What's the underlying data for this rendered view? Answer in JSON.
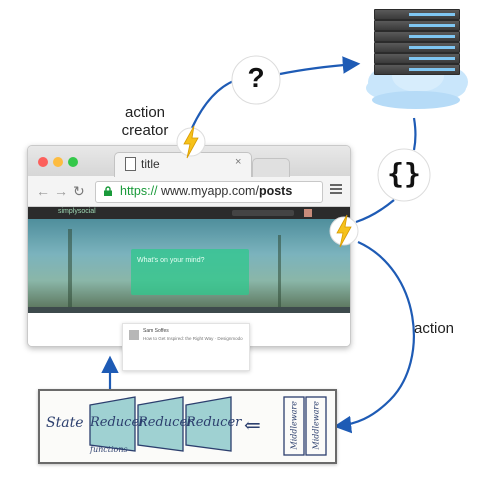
{
  "labels": {
    "action_creator_line1": "action",
    "action_creator_line2": "creator",
    "action": "action",
    "question_mark": "?",
    "json_braces": "{}"
  },
  "browser": {
    "tab_title": "title",
    "tab_close": "×",
    "url_scheme": "https://",
    "url_host": " www.myapp.com/",
    "url_path": "posts",
    "site_logo": "simplysocial",
    "hero_prompt": "What's on your mind?"
  },
  "card": {
    "author": "Sam Soffes",
    "text": "How to Get Inspired: the Right Way · Designmodo"
  },
  "board": {
    "state": "State",
    "reducers": [
      "Reducer",
      "Reducer",
      "Reducer"
    ],
    "functions_note": "functions",
    "arrow": "⇐",
    "middlewares": [
      "Middleware",
      "Middleware"
    ]
  },
  "colors": {
    "arrow_blue": "#1e5bb5",
    "lightning_yellow": "#f6c21b",
    "cloud_blue": "#c9e6fb",
    "board_ink": "#2c3f6e"
  },
  "icons": [
    "lightning-bolt-icon",
    "question-mark-icon",
    "json-braces-icon",
    "server-stack-icon",
    "cloud-icon",
    "lock-icon"
  ]
}
